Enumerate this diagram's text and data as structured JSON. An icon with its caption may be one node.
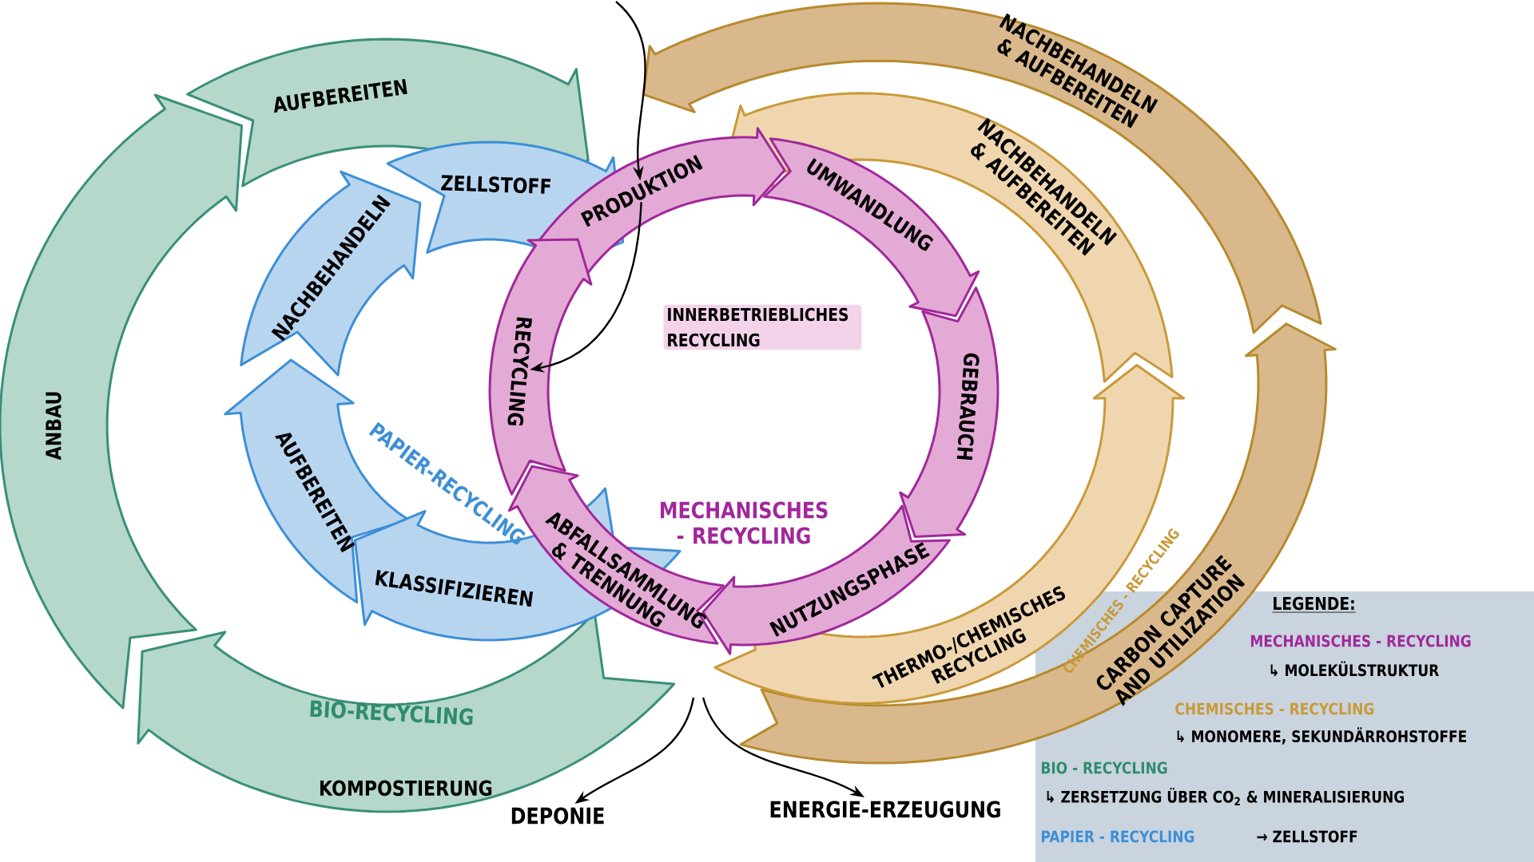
{
  "diagram": {
    "nodes": [
      {
        "text": [
          "AUFBEREITEN"
        ]
      },
      {
        "text": [
          "ANBAU"
        ]
      },
      {
        "text": [
          "KOMPOSTIERUNG"
        ]
      },
      {
        "text": [
          "ZELLSTOFF"
        ]
      },
      {
        "text": [
          "NACHBEHANDELN"
        ]
      },
      {
        "text": [
          "AUFBEREITEN"
        ]
      },
      {
        "text": [
          "KLASSIFIZIEREN"
        ]
      },
      {
        "text": [
          "PRODUKTION"
        ]
      },
      {
        "text": [
          "UMWANDLUNG"
        ]
      },
      {
        "text": [
          "GEBRAUCH"
        ]
      },
      {
        "text": [
          "NUTZUNGSPHASE"
        ]
      },
      {
        "text": [
          "ABFALLSAMMLUNG & TRENNUNG"
        ]
      },
      {
        "text": [
          "RECYCLING"
        ]
      },
      {
        "text": [
          "NACHBEHANDELN & AUFBEREITEN"
        ]
      },
      {
        "text": [
          "THERMO-/CHEMISCHES RECYCLING"
        ]
      },
      {
        "text": [
          "NACHBEHANDELN & AUFBEREITEN"
        ]
      },
      {
        "text": [
          "CARBON CAPTURE AND UTILIZATION"
        ]
      },
      {
        "text": [
          "DEPONIE"
        ]
      },
      {
        "text": [
          "ENERGIE-ERZEUGUNG"
        ]
      }
    ],
    "edges": [
      {
        "from": null,
        "to": 7,
        "arrow": "to"
      },
      {
        "from": 7,
        "to": 12,
        "arrow": "to",
        "label": "INNERBETRIEBLICHES RECYCLING"
      },
      {
        "from": null,
        "to": 17,
        "arrow": "to"
      },
      {
        "from": null,
        "to": 18,
        "arrow": "to"
      }
    ],
    "labels": [
      "PAPIER-RECYCLING",
      "MECHANISCHES - RECYCLING",
      "CHEMISCHES - RECYCLING",
      "BIO-RECYCLING",
      "LEGENDE:",
      "MECHANISCHES - RECYCLING",
      "↳ MOLEKÜLSTRUKTUR",
      "CHEMISCHES - RECYCLING",
      "↳ MONOMERE, SEKUNDÄRROHSTOFFE",
      "BIO - RECYCLING",
      "↳ ZERSETZUNG ÜBER CO$_{2}$ & MINERALISIERUNG",
      "PAPIER - RECYCLING",
      "→ ZELLSTOFF"
    ]
  }
}
